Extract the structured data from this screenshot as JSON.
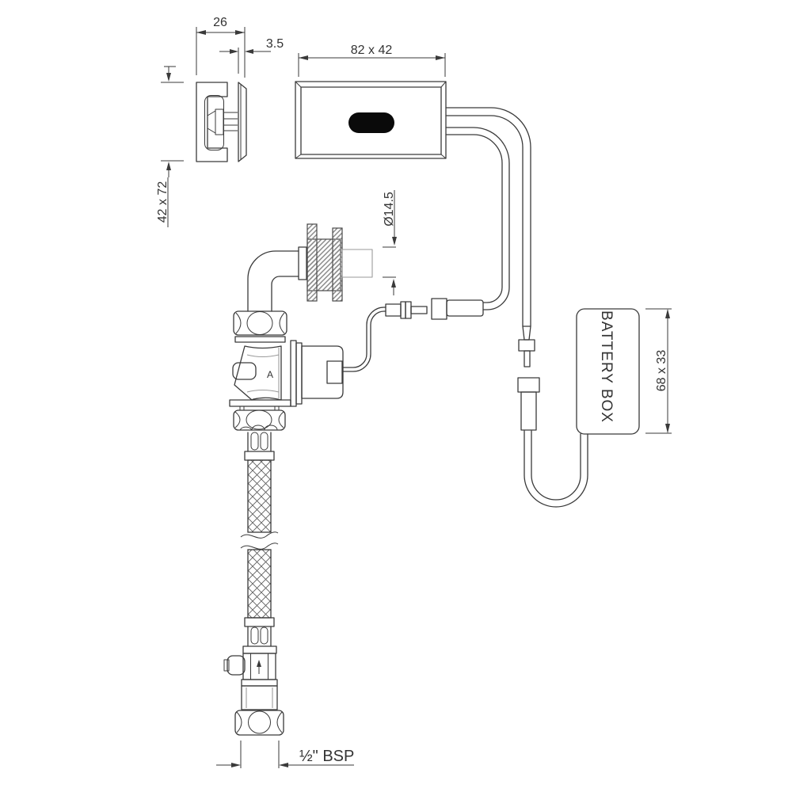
{
  "diagram": {
    "dimensions": {
      "side_view_depth": "26",
      "faceplate_thickness": "3.5",
      "faceplate_size": "82 x 42",
      "recess_size": "42 x 72",
      "pipe_diameter": "Ø14.5",
      "battery_box_size": "68 x 33",
      "inlet_thread": "½\" BSP"
    },
    "labels": {
      "battery_box": "BATTERY BOX",
      "valve_marking": "A"
    },
    "colors": {
      "line": "#3a3a3a",
      "light_line": "#9a9a9a",
      "hatch": "#8a8a8a",
      "sensor_window": "#0a0a0a",
      "background": "#ffffff"
    }
  }
}
